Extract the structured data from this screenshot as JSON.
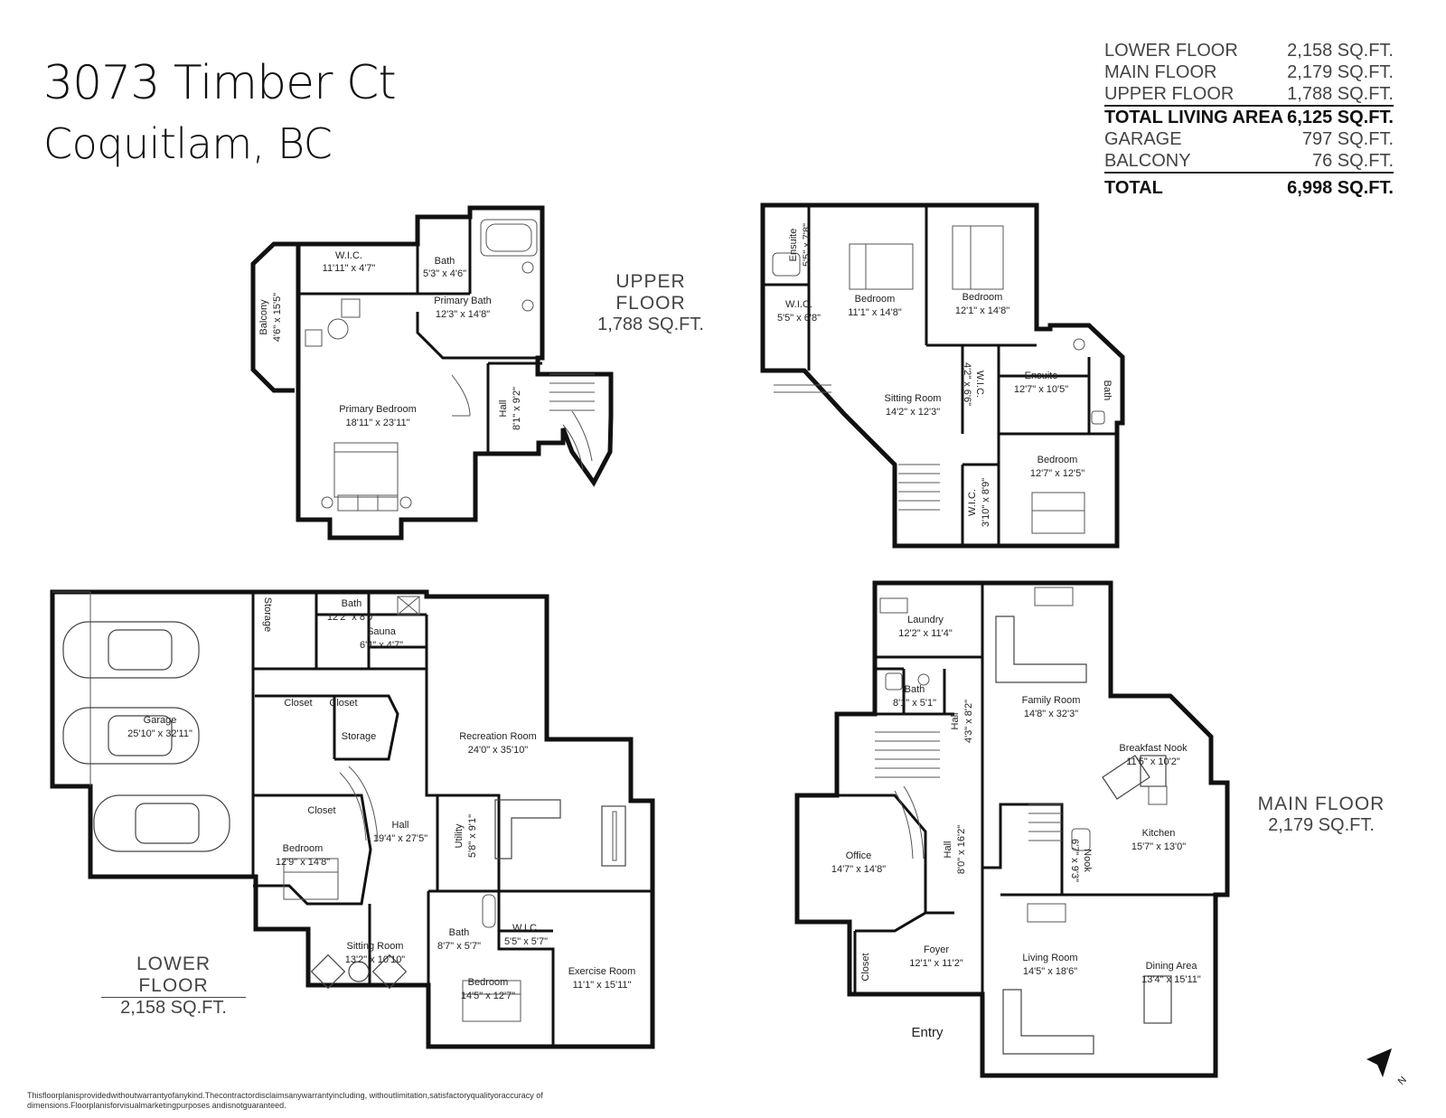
{
  "address": {
    "line1": "3073 Timber Ct",
    "line2": "Coquitlam, BC"
  },
  "area_summary": [
    {
      "label": "LOWER FLOOR",
      "value": "2,158 SQ.FT."
    },
    {
      "label": "MAIN FLOOR",
      "value": "2,179 SQ.FT."
    },
    {
      "label": "UPPER FLOOR",
      "value": "1,788 SQ.FT."
    },
    {
      "label": "TOTAL LIVING AREA",
      "value": "6,125 SQ.FT."
    },
    {
      "label": "GARAGE",
      "value": "797 SQ.FT."
    },
    {
      "label": "BALCONY",
      "value": "76 SQ.FT."
    },
    {
      "label": "TOTAL",
      "value": "6,998 SQ.FT."
    }
  ],
  "floors": {
    "upper": {
      "name": "UPPER FLOOR",
      "area": "1,788 SQ.FT."
    },
    "main": {
      "name": "MAIN FLOOR",
      "area": "2,179 SQ.FT."
    },
    "lower": {
      "name": "LOWER FLOOR",
      "area": "2,158 SQ.FT."
    }
  },
  "rooms": {
    "upper_left": [
      {
        "name": "W.I.C.",
        "dim": "11'11\" x 4'7\""
      },
      {
        "name": "Bath",
        "dim": "5'3\" x 4'6\""
      },
      {
        "name": "Primary Bath",
        "dim": "12'3\" x 14'8\""
      },
      {
        "name": "Balcony",
        "dim": "4'6\" x 15'5\""
      },
      {
        "name": "Primary Bedroom",
        "dim": "18'11\" x 23'11\""
      },
      {
        "name": "Hall",
        "dim": "8'1\" x 9'2\""
      }
    ],
    "upper_right": [
      {
        "name": "Ensuite",
        "dim": "5'5\" x 7'8\""
      },
      {
        "name": "W.I.C.",
        "dim": "5'5\" x 6'8\""
      },
      {
        "name": "Bedroom",
        "dim": "11'1\" x 14'8\""
      },
      {
        "name": "Bedroom",
        "dim": "12'1\" x 14'8\""
      },
      {
        "name": "W.I.C.",
        "dim": "4'2\" x 6'6\""
      },
      {
        "name": "Ensuite",
        "dim": "12'7\" x 10'5\""
      },
      {
        "name": "Bath",
        "dim": ""
      },
      {
        "name": "Sitting Room",
        "dim": "14'2\" x 12'3\""
      },
      {
        "name": "Bedroom",
        "dim": "12'7\" x 12'5\""
      },
      {
        "name": "W.I.C.",
        "dim": "3'10\" x 8'9\""
      }
    ],
    "lower": [
      {
        "name": "Storage",
        "dim": ""
      },
      {
        "name": "Bath",
        "dim": "12'2\" x 8'0\""
      },
      {
        "name": "Sauna",
        "dim": "6'4\" x 4'7\""
      },
      {
        "name": "Garage",
        "dim": "25'10\" x 32'11\""
      },
      {
        "name": "Closet",
        "dim": ""
      },
      {
        "name": "Closet",
        "dim": ""
      },
      {
        "name": "Storage",
        "dim": ""
      },
      {
        "name": "Recreation Room",
        "dim": "24'0\" x 35'10\""
      },
      {
        "name": "Closet",
        "dim": ""
      },
      {
        "name": "Bedroom",
        "dim": "12'9\" x 14'8\""
      },
      {
        "name": "Hall",
        "dim": "19'4\" x 27'5\""
      },
      {
        "name": "Utility",
        "dim": "5'8\" x 9'1\""
      },
      {
        "name": "Bath",
        "dim": "8'7\" x 5'7\""
      },
      {
        "name": "W.I.C.",
        "dim": "5'5\" x 5'7\""
      },
      {
        "name": "Sitting Room",
        "dim": "13'2\" x 10'10\""
      },
      {
        "name": "Bedroom",
        "dim": "14'5\" x 12'7\""
      },
      {
        "name": "Exercise Room",
        "dim": "11'1\" x 15'11\""
      }
    ],
    "main": [
      {
        "name": "Laundry",
        "dim": "12'2\" x 11'4\""
      },
      {
        "name": "Bath",
        "dim": "8'1\" x 5'1\""
      },
      {
        "name": "Hall",
        "dim": "4'3\" x 8'2\""
      },
      {
        "name": "Family Room",
        "dim": "14'8\" x 32'3\""
      },
      {
        "name": "Breakfast Nook",
        "dim": "11'5\" x 10'2\""
      },
      {
        "name": "Office",
        "dim": "14'7\" x 14'8\""
      },
      {
        "name": "Hall",
        "dim": "8'0\" x 16'2\""
      },
      {
        "name": "Nook",
        "dim": "6'7\" x 9'3\""
      },
      {
        "name": "Kitchen",
        "dim": "15'7\" x 13'0\""
      },
      {
        "name": "Closet",
        "dim": ""
      },
      {
        "name": "Foyer",
        "dim": "12'1\" x 11'2\""
      },
      {
        "name": "Living Room",
        "dim": "14'5\" x 18'6\""
      },
      {
        "name": "Dining Area",
        "dim": "13'4\" x 15'11\""
      }
    ]
  },
  "entry_label": "Entry",
  "compass_label": "N",
  "disclaimer": "Thisfloorplanisprovidedwithoutwarrantyofanykind.Thecontractordisclaimsanywarrantyincluding, withoutlimitation,satisfactoryqualityoraccuracy of dimensions.Floorplanisforvisualmarketingpurposes andisnotguaranteed."
}
